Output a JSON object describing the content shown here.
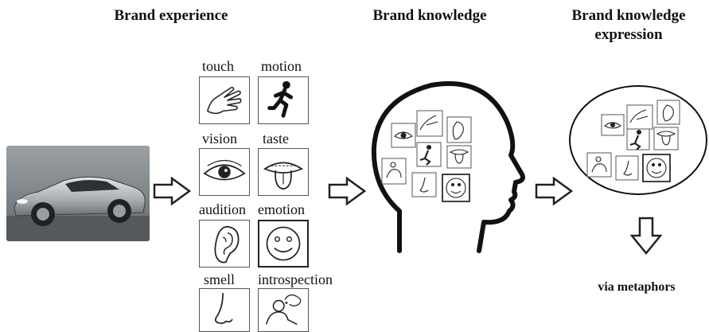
{
  "headings": {
    "experience": "Brand experience",
    "knowledge": "Brand knowledge",
    "expression": "Brand knowledge expression"
  },
  "senses": [
    {
      "label": "touch",
      "icon": "hand-icon"
    },
    {
      "label": "motion",
      "icon": "runner-icon"
    },
    {
      "label": "vision",
      "icon": "eye-icon"
    },
    {
      "label": "taste",
      "icon": "tongue-icon"
    },
    {
      "label": "audition",
      "icon": "ear-icon"
    },
    {
      "label": "emotion",
      "icon": "face-icon"
    },
    {
      "label": "smell",
      "icon": "nose-icon"
    },
    {
      "label": "introspection",
      "icon": "thinking-person-icon"
    }
  ],
  "caption": "via metaphors",
  "image": {
    "subject": "car-photo"
  }
}
